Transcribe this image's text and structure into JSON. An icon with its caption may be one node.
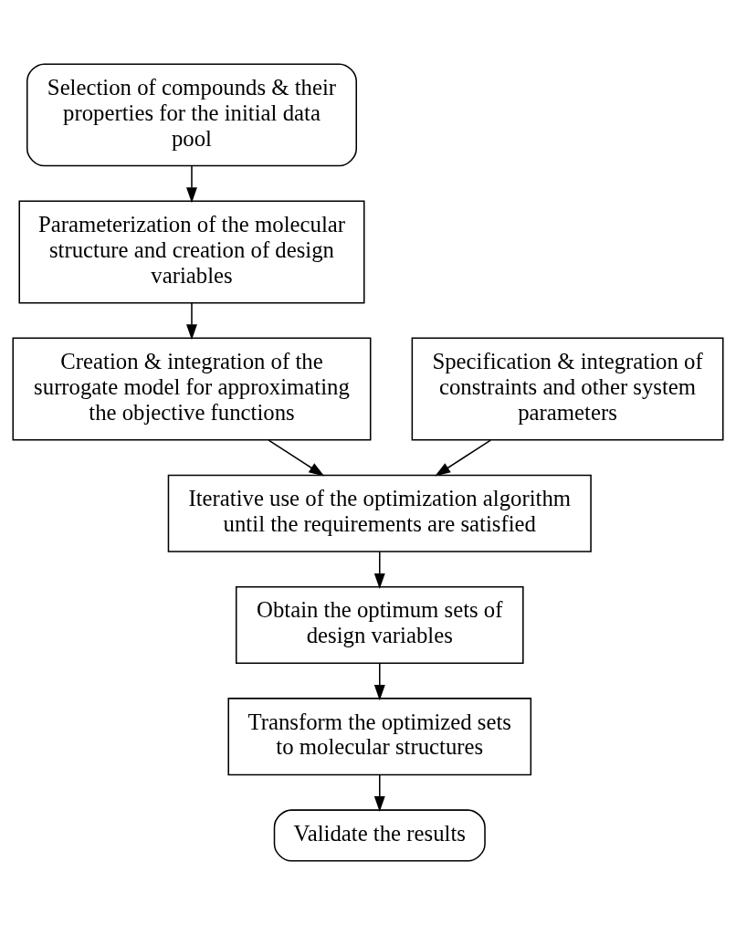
{
  "diagram": {
    "nodes": [
      {
        "text": [
          "Selection of compounds & their properties for the initial data pool"
        ]
      },
      {
        "text": [
          "Parameterization of the molecular structure and creation of design variables"
        ]
      },
      {
        "text": [
          "Creation & integration of the surrogate model for approximating the objective functions"
        ]
      },
      {
        "text": [
          "Specification & integration of constraints and other system parameters"
        ]
      },
      {
        "text": [
          "Iterative use of the optimization algorithm until the requirements are satisfied"
        ]
      },
      {
        "text": [
          "Obtain the optimum sets of design variables"
        ]
      },
      {
        "text": [
          "Transform the optimized sets to molecular structures"
        ]
      },
      {
        "text": [
          "Validate the results"
        ]
      }
    ],
    "edges": [
      {
        "from": 0,
        "to": 1,
        "arrow": "to"
      },
      {
        "from": 1,
        "to": 2,
        "arrow": "to"
      },
      {
        "from": 2,
        "to": 4,
        "arrow": "to"
      },
      {
        "from": 3,
        "to": 4,
        "arrow": "to"
      },
      {
        "from": 4,
        "to": 5,
        "arrow": "to"
      },
      {
        "from": 5,
        "to": 6,
        "arrow": "to"
      },
      {
        "from": 6,
        "to": 7,
        "arrow": "to"
      }
    ]
  }
}
